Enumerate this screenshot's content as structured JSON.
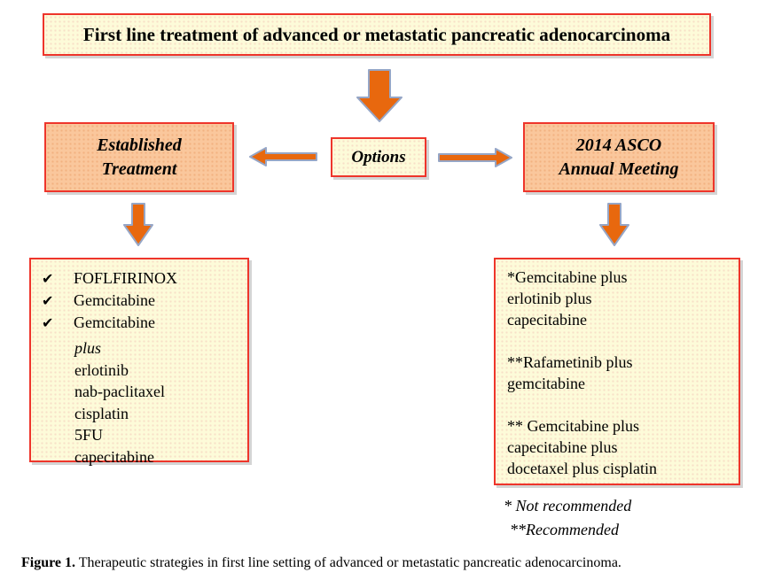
{
  "title_box": {
    "text": "First line treatment of advanced or metastatic pancreatic adenocarcinoma"
  },
  "options_box": {
    "text": "Options"
  },
  "established_box": {
    "line1": "Established",
    "line2": "Treatment"
  },
  "asco_box": {
    "line1": "2014 ASCO",
    "line2": "Annual Meeting"
  },
  "established_list": {
    "checked_items": [
      "FOFLFIRINOX",
      "Gemcitabine",
      "Gemcitabine"
    ],
    "plus_label": "plus",
    "unchecked_items": [
      "erlotinib",
      "nab-paclitaxel",
      "cisplatin",
      "5FU",
      "capecitabine"
    ]
  },
  "asco_list": {
    "groups": [
      {
        "lines": [
          "*Gemcitabine plus",
          "erlotinib plus",
          "capecitabine"
        ]
      },
      {
        "lines": [
          "**Rafametinib plus",
          "gemcitabine"
        ]
      },
      {
        "lines": [
          "** Gemcitabine plus",
          "capecitabine plus",
          "docetaxel plus cisplatin"
        ]
      }
    ]
  },
  "footnotes": {
    "note1": "* Not recommended",
    "note2": "**Recommended"
  },
  "caption": {
    "label": "Figure 1.",
    "text": " Therapeutic strategies in first line setting of advanced or metastatic pancreatic adenocarcinoma."
  },
  "icons": {
    "check": "✔"
  },
  "colors": {
    "border_red": "#ee352b",
    "box_cream": "#fdfbd9",
    "box_peach": "#fac79c",
    "arrow_orange": "#e8680e",
    "arrow_outline": "#96a6c6",
    "text": "#000000"
  }
}
